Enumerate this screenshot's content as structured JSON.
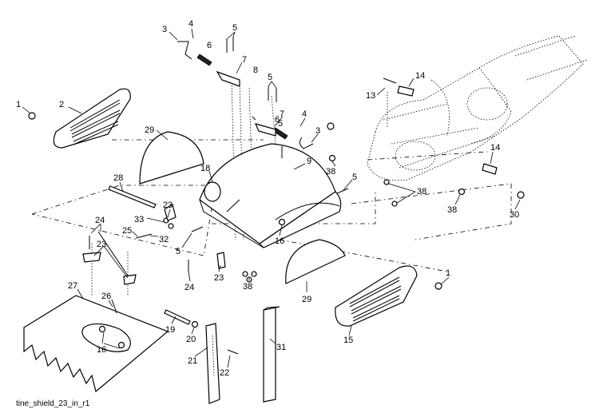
{
  "caption": "tine_shield_23_in_r1",
  "callouts": {
    "c1a": "1",
    "c1b": "1",
    "c2": "2",
    "c3a": "3",
    "c3b": "3",
    "c4a": "4",
    "c4b": "4",
    "c5a": "5",
    "c5b": "5",
    "c5c": "5",
    "c5d": "5",
    "c5e": "5",
    "c6a": "6",
    "c6b": "6",
    "c7a": "7",
    "c7b": "7",
    "c8": "8",
    "c9": "9",
    "c13": "13",
    "c14a": "14",
    "c14b": "14",
    "c15": "15",
    "c16a": "16",
    "c16b": "16",
    "c18": "18",
    "c19": "19",
    "c20": "20",
    "c21": "21",
    "c22": "22",
    "c23a": "23",
    "c23b": "23",
    "c23c": "23",
    "c24a": "24",
    "c24b": "24",
    "c25": "25",
    "c26": "26",
    "c27": "27",
    "c28": "28",
    "c29a": "29",
    "c29b": "29",
    "c30": "30",
    "c31": "31",
    "c32": "32",
    "c33": "33",
    "c38a": "38",
    "c38b": "38",
    "c38c": "38",
    "c38d": "38"
  }
}
